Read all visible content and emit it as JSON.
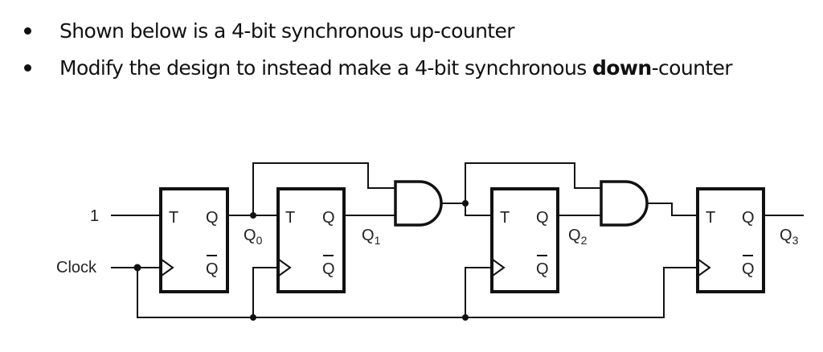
{
  "bullets": [
    {
      "text": "Shown below is a 4-bit synchronous up-counter"
    },
    {
      "text_before": "Modify the design to instead make a 4-bit synchronous ",
      "bold": "down",
      "text_after": "-counter"
    }
  ],
  "diagram": {
    "title": "4-bit synchronous up-counter",
    "input_constant": "1",
    "clock_label": "Clock",
    "flip_flops": [
      {
        "id": "ff0",
        "t_label": "T",
        "q_label": "Q",
        "qbar_label": "Q",
        "output": "Q",
        "output_sub": "0"
      },
      {
        "id": "ff1",
        "t_label": "T",
        "q_label": "Q",
        "qbar_label": "Q",
        "output": "Q",
        "output_sub": "1"
      },
      {
        "id": "ff2",
        "t_label": "T",
        "q_label": "Q",
        "qbar_label": "Q",
        "output": "Q",
        "output_sub": "2"
      },
      {
        "id": "ff3",
        "t_label": "T",
        "q_label": "Q",
        "qbar_label": "Q",
        "output": "Q",
        "output_sub": "3"
      }
    ],
    "gates": [
      {
        "id": "and1",
        "type": "AND",
        "inputs": [
          "Q0",
          "Q1"
        ]
      },
      {
        "id": "and2",
        "type": "AND",
        "inputs": [
          "Q0Q1",
          "Q2"
        ]
      }
    ]
  }
}
